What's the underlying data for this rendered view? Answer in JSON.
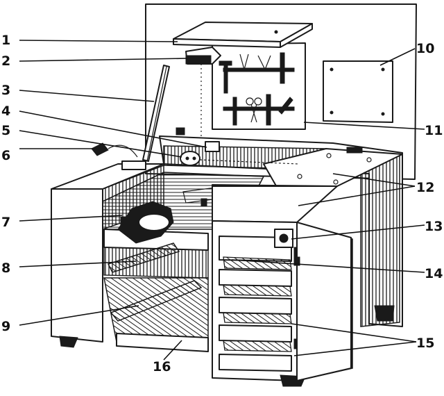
{
  "diagram": {
    "subject": "workbench-cabinet",
    "callouts": [
      {
        "id": "c1",
        "label": "1"
      },
      {
        "id": "c2",
        "label": "2"
      },
      {
        "id": "c3",
        "label": "3"
      },
      {
        "id": "c4",
        "label": "4"
      },
      {
        "id": "c5",
        "label": "5"
      },
      {
        "id": "c6",
        "label": "6"
      },
      {
        "id": "c7",
        "label": "7"
      },
      {
        "id": "c8",
        "label": "8"
      },
      {
        "id": "c9",
        "label": "9"
      },
      {
        "id": "c10",
        "label": "10"
      },
      {
        "id": "c11",
        "label": "11"
      },
      {
        "id": "c12",
        "label": "12"
      },
      {
        "id": "c13",
        "label": "13"
      },
      {
        "id": "c14",
        "label": "14"
      },
      {
        "id": "c15",
        "label": "15"
      },
      {
        "id": "c16",
        "label": "16"
      }
    ]
  }
}
